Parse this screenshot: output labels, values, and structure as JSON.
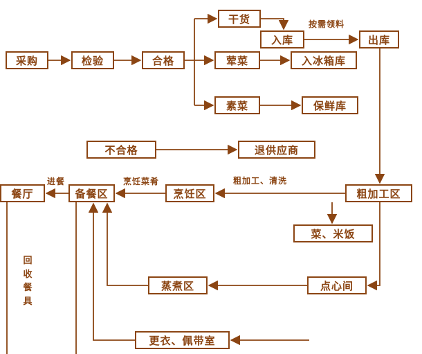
{
  "colors": {
    "accent": "#8B4513",
    "background": "#FFFFFF"
  },
  "nodes": {
    "caigou": "采购",
    "jianyan": "检验",
    "hege": "合格",
    "ganhuo": "干货",
    "ruku": "入库",
    "chuku": "出库",
    "huncai": "荤菜",
    "rubingxiangku": "入冰箱库",
    "sucai": "素菜",
    "baoxianku": "保鲜库",
    "buhege": "不合格",
    "tuigongyingshang": "退供应商",
    "canting": "餐厅",
    "beicanqu": "备餐区",
    "pengrenqu": "烹饪区",
    "cujiagongqu": "粗加工区",
    "caimifan": "菜、米饭",
    "zhengzhuqu": "蒸煮区",
    "dianxinjian": "点心间",
    "gengyipeidaishi": "更衣、佩带室"
  },
  "flow_labels": {
    "anxulingliao": "按需领料",
    "jincan": "进餐",
    "pengrencaiyao": "烹饪菜肴",
    "cujiagong_qingxi": "粗加工、清洗",
    "huishoucanju": "回\n收\n餐\n具"
  },
  "edges": [
    {
      "from": "采购",
      "to": "检验"
    },
    {
      "from": "检验",
      "to": "合格"
    },
    {
      "from": "合格",
      "to": "干货"
    },
    {
      "from": "合格",
      "to": "荤菜"
    },
    {
      "from": "合格",
      "to": "素菜"
    },
    {
      "from": "干货",
      "to": "入库"
    },
    {
      "from": "入库",
      "to": "出库",
      "label": "按需领料"
    },
    {
      "from": "荤菜",
      "to": "入冰箱库"
    },
    {
      "from": "素菜",
      "to": "保鲜库"
    },
    {
      "from": "出库",
      "to": "粗加工区"
    },
    {
      "from": "不合格",
      "to": "退供应商"
    },
    {
      "from": "粗加工区",
      "to": "烹饪区",
      "label": "粗加工、清洗"
    },
    {
      "from": "烹饪区",
      "to": "备餐区",
      "label": "烹饪菜肴"
    },
    {
      "from": "备餐区",
      "to": "餐厅",
      "label": "进餐"
    },
    {
      "from": "粗加工区",
      "to": "菜、米饭"
    },
    {
      "from": "粗加工区",
      "to": "点心间"
    },
    {
      "from": "点心间",
      "to": "蒸煮区"
    },
    {
      "from": "蒸煮区",
      "to": "备餐区"
    },
    {
      "from": "更衣、佩带室",
      "to": "备餐区"
    }
  ]
}
